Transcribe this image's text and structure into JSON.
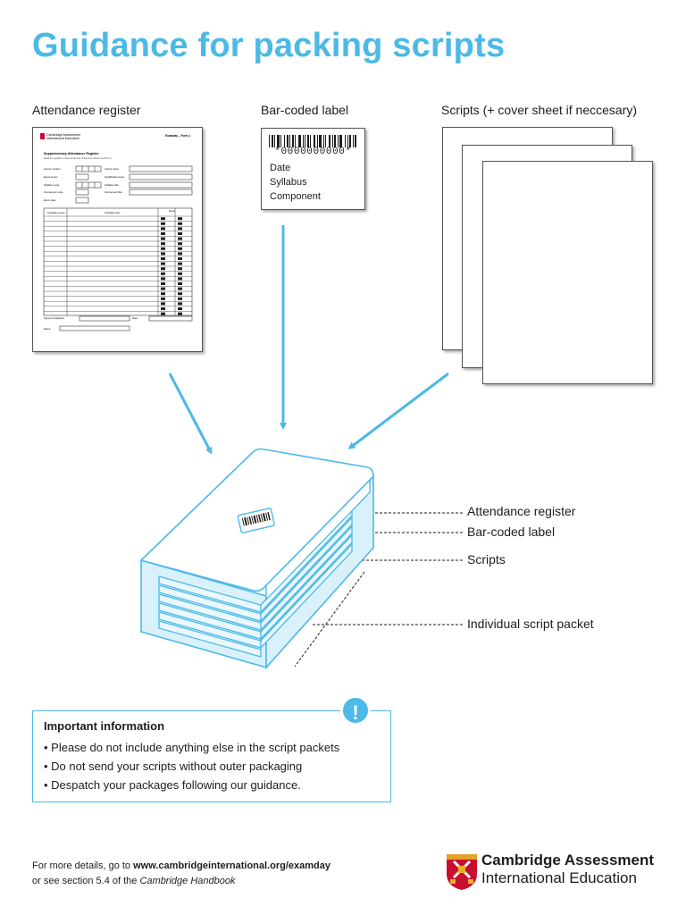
{
  "title": "Guidance for packing scripts",
  "labels": {
    "attendance": "Attendance register",
    "barcoded": "Bar-coded label",
    "scripts": "Scripts (+ cover sheet if neccesary)"
  },
  "register_sheet": {
    "org_line1": "Cambridge Assessment",
    "org_line2": "International Education",
    "form_ref": "Examday – Form 1",
    "heading": "Supplementary Attendance Register",
    "instruction": "Read the guidance notes at the end of this form before you fill it in.",
    "fields_left": [
      "Centre number",
      "Exam series",
      "Syllabus code",
      "Component code",
      "Exam date"
    ],
    "fields_right": [
      "Centre name",
      "Qualification level",
      "Syllabus title",
      "Component title"
    ],
    "col_candidate_number": "Candidate number",
    "col_candidate_name": "Candidate name",
    "col_status": "Status",
    "signed_label": "Signed (invigilator)",
    "name_label": "Name",
    "date_label": "Date"
  },
  "bar_label": {
    "number": "*0000000000*",
    "lines": [
      "Date",
      "Syllabus",
      "Component"
    ]
  },
  "callouts": {
    "attendance": "Attendance register",
    "barcoded": "Bar-coded label",
    "scripts": "Scripts",
    "packet": "Individual script packet"
  },
  "info": {
    "heading": "Important information",
    "icon": "exclamation-icon",
    "items": [
      "• Please do not include anything else in the script packets",
      "• Do not send your scripts without outer packaging",
      "• Despatch your packages following our guidance."
    ]
  },
  "footer": {
    "line1_prefix": "For more details, go to ",
    "url": "www.cambridgeinternational.org/examday",
    "line2_prefix": "or see section 5.4 of the ",
    "handbook": "Cambridge Handbook"
  },
  "logo": {
    "line1": "Cambridge Assessment",
    "line2": "International Education"
  },
  "colors": {
    "accent": "#4cb9e6",
    "accent_light": "#d9f1fb",
    "text": "#1d1d1b",
    "shield_red": "#c8102e",
    "shield_gold": "#e8b12a"
  }
}
